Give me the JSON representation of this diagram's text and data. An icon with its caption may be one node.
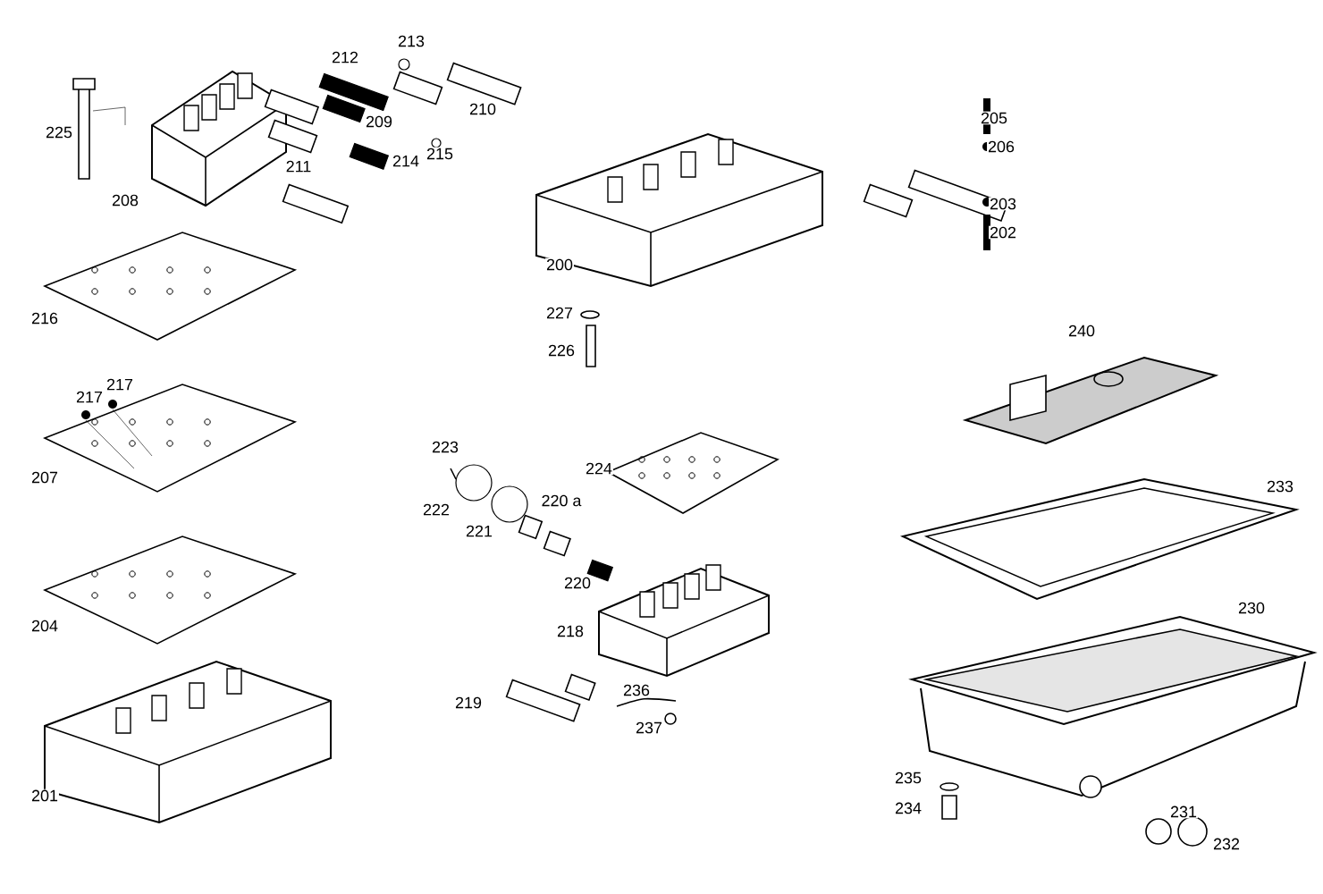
{
  "diagram": {
    "labels": [
      "212",
      "213",
      "205",
      "225",
      "210",
      "209",
      "206",
      "211",
      "214",
      "215",
      "203",
      "202",
      "208",
      "200",
      "216",
      "227",
      "226",
      "240",
      "217",
      "217",
      "223",
      "224",
      "207",
      "222",
      "221",
      "220 a",
      "233",
      "220",
      "204",
      "218",
      "230",
      "219",
      "236",
      "237",
      "201",
      "235",
      "234",
      "231",
      "232"
    ]
  }
}
